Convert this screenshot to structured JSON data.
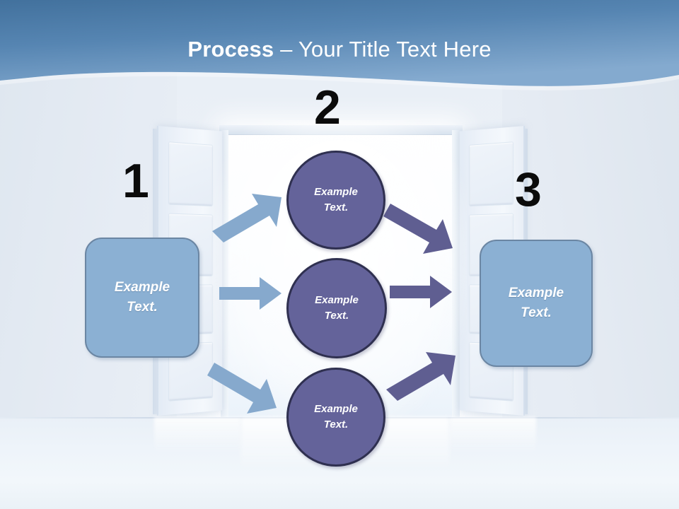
{
  "slide": {
    "title": {
      "strong": "Process",
      "light": " – Your Title Text Here"
    }
  },
  "steps": [
    {
      "number": "1",
      "label": "step-1"
    },
    {
      "number": "2",
      "label": "step-2"
    },
    {
      "number": "3",
      "label": "step-3"
    }
  ],
  "boxes": {
    "left": {
      "line1": "Example",
      "line2": "Text."
    },
    "right": {
      "line1": "Example",
      "line2": "Text."
    }
  },
  "circles": [
    {
      "line1": "Example",
      "line2": "Text."
    },
    {
      "line1": "Example",
      "line2": "Text."
    },
    {
      "line1": "Example",
      "line2": "Text."
    }
  ],
  "colors": {
    "header_top": "#49769f",
    "header_bottom": "#7ba3cb",
    "box_fill": "#8bb0d3",
    "box_border": "#6b86a3",
    "circle_fill": "#64639a",
    "circle_border": "#2f3050",
    "arrow_in": "#86a9cd",
    "arrow_out": "#5f5e91",
    "number": "#0b0b0b",
    "title_text": "#ffffff"
  },
  "icons": {
    "arrow_in_top": "arrow-up-right-icon",
    "arrow_in_mid": "arrow-right-icon",
    "arrow_in_bottom": "arrow-down-right-icon",
    "arrow_out_top": "arrow-down-right-icon",
    "arrow_out_mid": "arrow-right-icon",
    "arrow_out_bottom": "arrow-up-right-icon",
    "door_left": "open-door-icon",
    "door_right": "open-door-icon"
  }
}
